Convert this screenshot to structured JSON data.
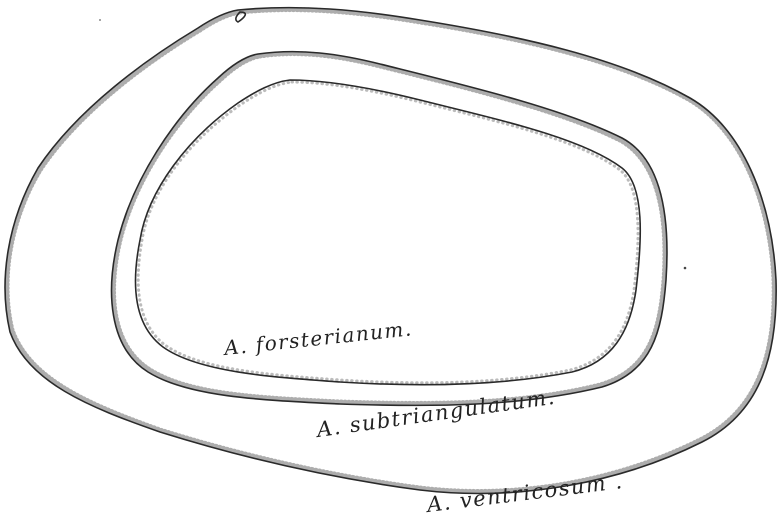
{
  "labels": {
    "forsterianum": "A. forsterianum.",
    "subtriangulatum": "A. subtriangulatum.",
    "ventricosum": "A. ventricosum ."
  }
}
